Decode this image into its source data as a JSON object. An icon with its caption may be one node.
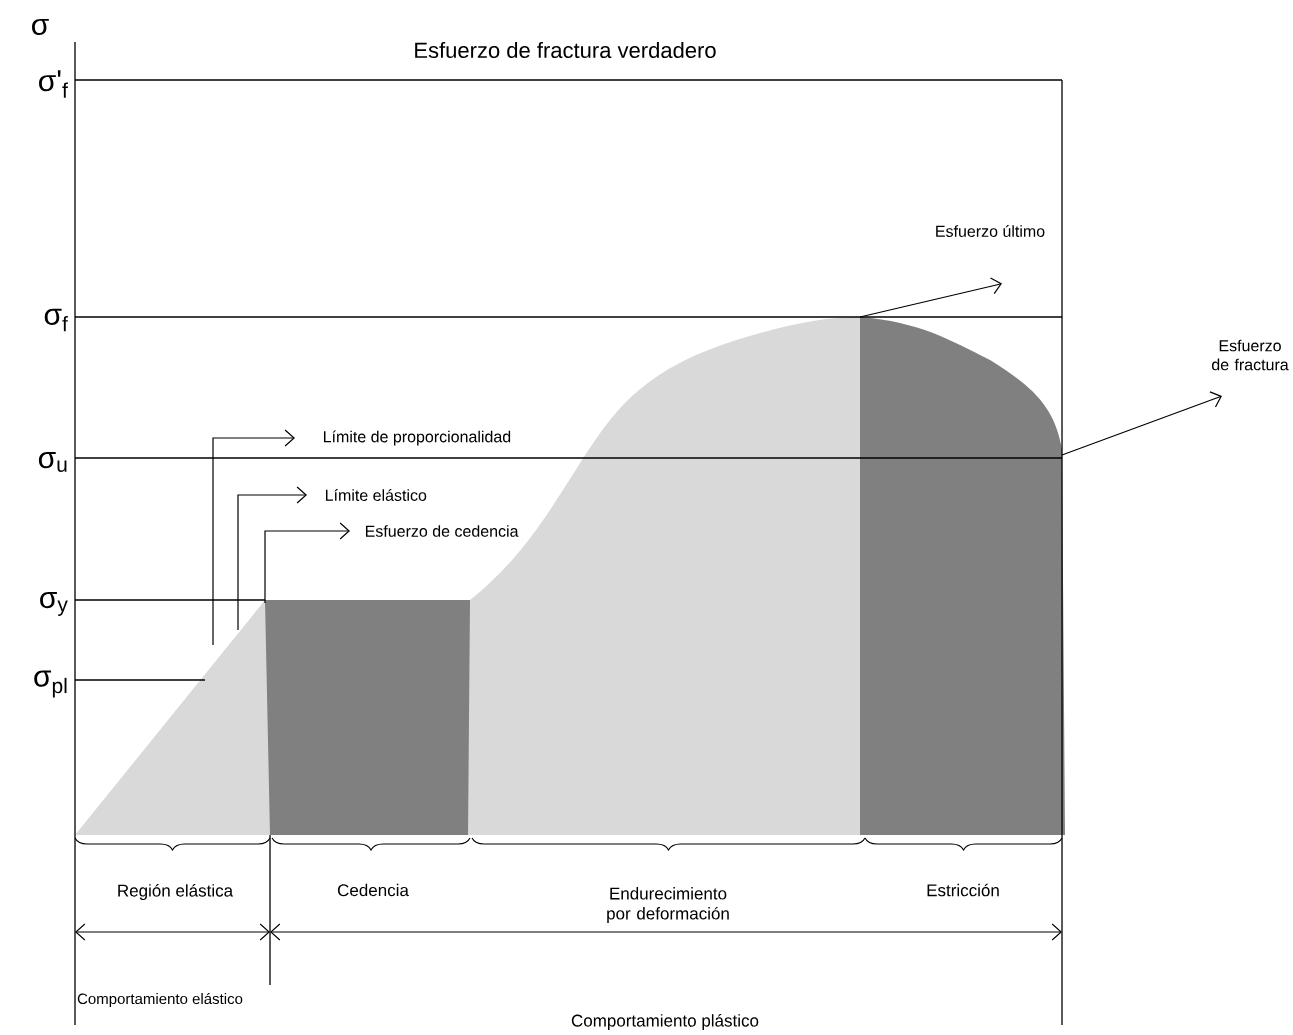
{
  "diagram": {
    "title": "Esfuerzo de fractura verdadero",
    "nodes": [
      {
        "text": [
          "Límite de proporcionalidad"
        ]
      },
      {
        "text": [
          "Límite elástico"
        ]
      },
      {
        "text": [
          "Esfuerzo de cedencia"
        ]
      },
      {
        "text": [
          "Esfuerzo último"
        ]
      },
      {
        "text": [
          "Esfuerzo de fractura"
        ]
      },
      {
        "text": [],
        "shape": "box"
      },
      {
        "text": [],
        "shape": "box"
      }
    ],
    "edges": [
      {
        "from": null,
        "to": 0,
        "arrow": "to"
      },
      {
        "from": null,
        "to": 1,
        "arrow": "to"
      },
      {
        "from": 6,
        "to": 2,
        "arrow": "to"
      },
      {
        "from": 5,
        "to": 3,
        "arrow": "to"
      },
      {
        "from": 5,
        "to": 4,
        "arrow": "to"
      }
    ],
    "labels": [
      "σ",
      "σ'$_{f}$",
      "σ$_{f}$",
      "σ$_{u}$",
      "σ$_{y}$",
      "σ$_{pl}$",
      "Región elástica",
      "Cedencia",
      "Endurecimiento por deformación",
      "Estricción",
      "Comportamiento elástico",
      "Comportamiento plástico"
    ]
  }
}
